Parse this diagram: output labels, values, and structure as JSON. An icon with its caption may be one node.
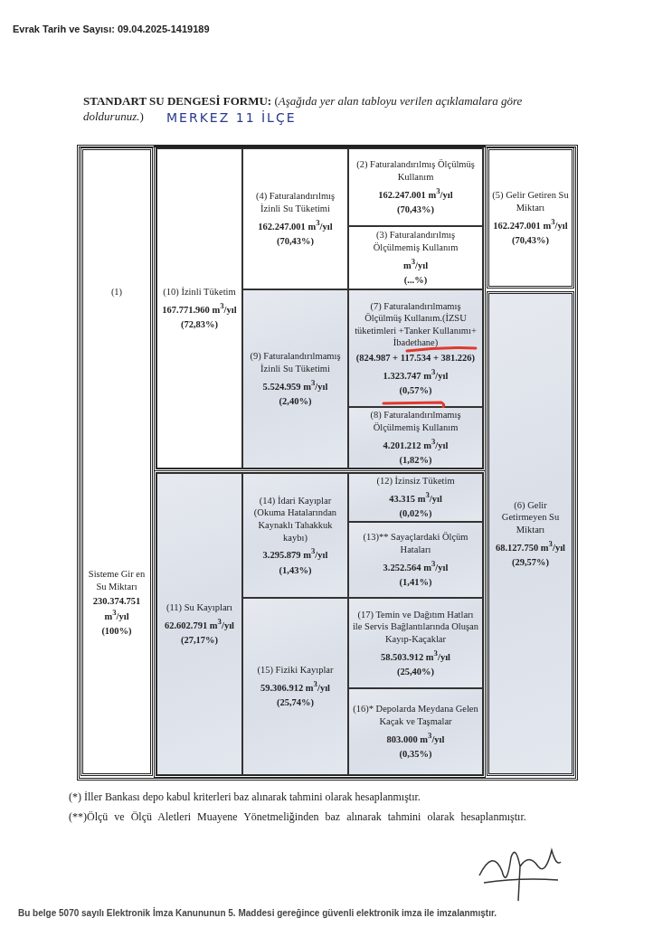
{
  "diagram": {
    "title": "**STANDART SU DENGESİ FORMU:** (*Aşağıda yer alan tabloyu verilen açıklamalara göre doldurunuz.*)",
    "nodes": [
      {
        "text": [
          "(1)",
          "Sisteme Gir en Su Miktarı",
          "230.374.751 m$^{3}$/yıl",
          "(100%)"
        ]
      },
      {
        "text": [
          "(10) İzinli Tüketim",
          "167.771.960 m$^{3}$/yıl",
          "(72,83%)"
        ]
      },
      {
        "text": [
          "(4) Faturalandırılmış İzinli Su Tüketimi",
          "162.247.001 m$^{3}$/yıl",
          "(70,43%)"
        ]
      },
      {
        "text": [
          "(2) Faturalandırılmış Ölçülmüş Kullanım",
          "162.247.001 m$^{3}$/yıl",
          "(70,43%)"
        ]
      },
      {
        "text": [
          "(3) Faturalandırılmış Ölçülmemiş Kullanım",
          "m$^{3}$/yıl",
          "(...%)"
        ]
      },
      {
        "text": [
          "(5) Gelir Getiren Su Miktarı",
          "162.247.001 m$^{3}$/yıl",
          "(70,43%)"
        ]
      },
      {
        "text": [
          "(9) Faturalandırılmamış İzinli Su Tüketimi",
          "5.524.959 m$^{3}$/yıl",
          "(2,40%)"
        ]
      },
      {
        "text": [
          "(7) Faturalandırılmamış Ölçülmüş Kullanım.(İZSU tüketimleri +Tanker Kullanımı+ İbadethane)",
          "(824.987 + 117.534 + 381.226)",
          "1.323.747 m$^{3}$/yıl",
          "(0,57%)"
        ]
      },
      {
        "text": [
          "(8) Faturalandırılmamış Ölçülmemiş Kullanım",
          "4.201.212 m$^{3}$/yıl",
          "(1,82%)"
        ]
      },
      {
        "text": [
          "(6) Gelir Getirmeyen Su Miktarı",
          "68.127.750 m$^{3}$/yıl",
          "(29,57%)"
        ]
      },
      {
        "text": [
          "(11) Su Kayıpları",
          "62.602.791 m$^{3}$/yıl",
          "(27,17%)"
        ]
      },
      {
        "text": [
          "(14) İdari Kayıplar (Okuma Hatalarından Kaynaklı Tahakkuk kaybı)",
          "3.295.879 m$^{3}$/yıl",
          "(1,43%)"
        ]
      },
      {
        "text": [
          "(12) İzinsiz Tüketim",
          "43.315 m$^{3}$/yıl",
          "(0,02%)"
        ]
      },
      {
        "text": [
          "(13)** Sayaçlardaki Ölçüm Hataları",
          "3.252.564 m$^{3}$/yıl",
          "(1,41%)"
        ]
      },
      {
        "text": [
          "(15) Fiziki Kayıplar",
          "59.306.912 m$^{3}$/yıl",
          "(25,74%)"
        ]
      },
      {
        "text": [
          "(17) Temin ve Dağıtım Hatları ile Servis Bağlantılarında Oluşan Kayıp-Kaçaklar",
          "58.503.912 m$^{3}$/yıl",
          "(25,40%)"
        ]
      },
      {
        "text": [
          "(16)* Depolarda Meydana Gelen Kaçak ve Taşmalar",
          "803.000 m$^{3}$/yıl",
          "(0,35%)"
        ]
      }
    ],
    "edges": [],
    "labels": [
      "Evrak Tarih ve Sayısı: 09.04.2025-1419189",
      "MERKEZ 11 İLÇE",
      "(*) İller Bankası depo kabul kriterleri baz alınarak tahmini olarak hesaplanmıştır.",
      "(**)Ölçü ve Ölçü Aletleri Muayene Yönetmeliğinden baz alınarak tahmini olarak hesaplanmıştır.",
      "Bu belge 5070 sayılı Elektronik İmza Kanununun 5. Maddesi gereğince güvenli elektronik imza ile imzalanmıştır."
    ]
  }
}
